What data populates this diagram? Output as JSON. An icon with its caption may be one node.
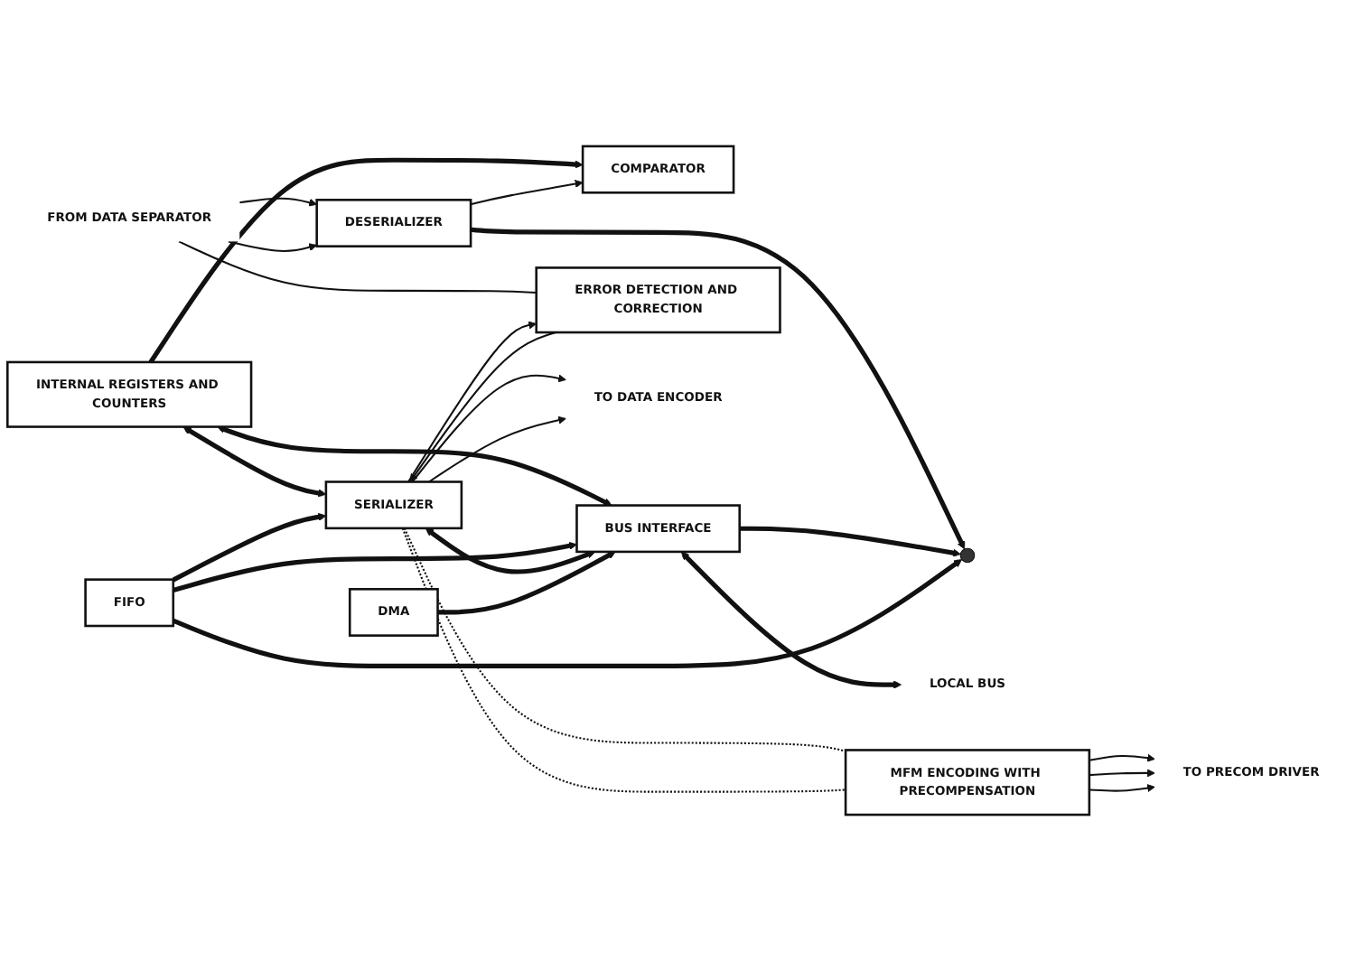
{
  "diagram": {
    "nodes": [
      {
        "text": [
          "COMPARATOR"
        ]
      },
      {
        "text": [
          "INTERNAL REGISTERS AND COUNTERS"
        ]
      },
      {
        "text": [
          "FROM DATA SEPARATOR"
        ]
      },
      {
        "text": [
          "DESERIALIZER"
        ]
      },
      {
        "text": [],
        "shape": "circle"
      },
      {
        "text": [
          "FIFO"
        ]
      },
      {
        "text": [
          "BUS INTERFACE"
        ]
      },
      {
        "text": [
          "ERROR DETECTION AND CORRECTION"
        ]
      },
      {
        "text": [
          "TO DATA ENCODER"
        ]
      },
      {
        "text": [
          "SERIALIZER"
        ]
      },
      {
        "text": [
          "LOCAL BUS"
        ]
      },
      {
        "text": [
          "TO PRECOM DRIVER"
        ]
      },
      {
        "text": [
          "MFM ENCODING WITH PRECOMPENSATION"
        ]
      },
      {
        "text": [
          "DMA"
        ]
      }
    ],
    "edges": [
      {
        "from": 1,
        "to": 0,
        "arrow": "to",
        "style": "thick"
      },
      {
        "from": 3,
        "to": 0,
        "arrow": "to"
      },
      {
        "from": 2,
        "to": 3,
        "arrow": "to"
      },
      {
        "from": 2,
        "to": 3,
        "arrow": "to"
      },
      {
        "from": 2,
        "to": 7,
        "arrow": "none"
      },
      {
        "from": 1,
        "to": 6,
        "arrow": "both",
        "style": "thick"
      },
      {
        "from": 1,
        "to": 9,
        "arrow": "both",
        "style": "thick"
      },
      {
        "from": 3,
        "to": 4,
        "arrow": "to",
        "style": "thick"
      },
      {
        "from": 6,
        "to": 4,
        "arrow": "to",
        "style": "thick"
      },
      {
        "from": 5,
        "to": 4,
        "arrow": "to",
        "style": "thick"
      },
      {
        "from": 5,
        "to": 9,
        "arrow": "to",
        "style": "thick"
      },
      {
        "from": 5,
        "to": 6,
        "arrow": "to",
        "style": "thick"
      },
      {
        "from": 9,
        "to": 6,
        "arrow": "both",
        "style": "thick"
      },
      {
        "from": 6,
        "to": 10,
        "arrow": "both",
        "style": "thick"
      },
      {
        "from": 13,
        "to": 6,
        "arrow": "to",
        "style": "thick"
      },
      {
        "from": 7,
        "to": 9,
        "arrow": "to"
      },
      {
        "from": 9,
        "to": 7,
        "arrow": "to"
      },
      {
        "from": 9,
        "to": 8,
        "arrow": "to"
      },
      {
        "from": 9,
        "to": 8,
        "arrow": "to"
      },
      {
        "from": 9,
        "to": 12,
        "arrow": "none",
        "style": "dashed"
      },
      {
        "from": 9,
        "to": 12,
        "arrow": "none",
        "style": "dashed"
      },
      {
        "from": 12,
        "to": 11,
        "arrow": "to"
      },
      {
        "from": 12,
        "to": 11,
        "arrow": "to"
      },
      {
        "from": 12,
        "to": 11,
        "arrow": "to"
      }
    ]
  }
}
